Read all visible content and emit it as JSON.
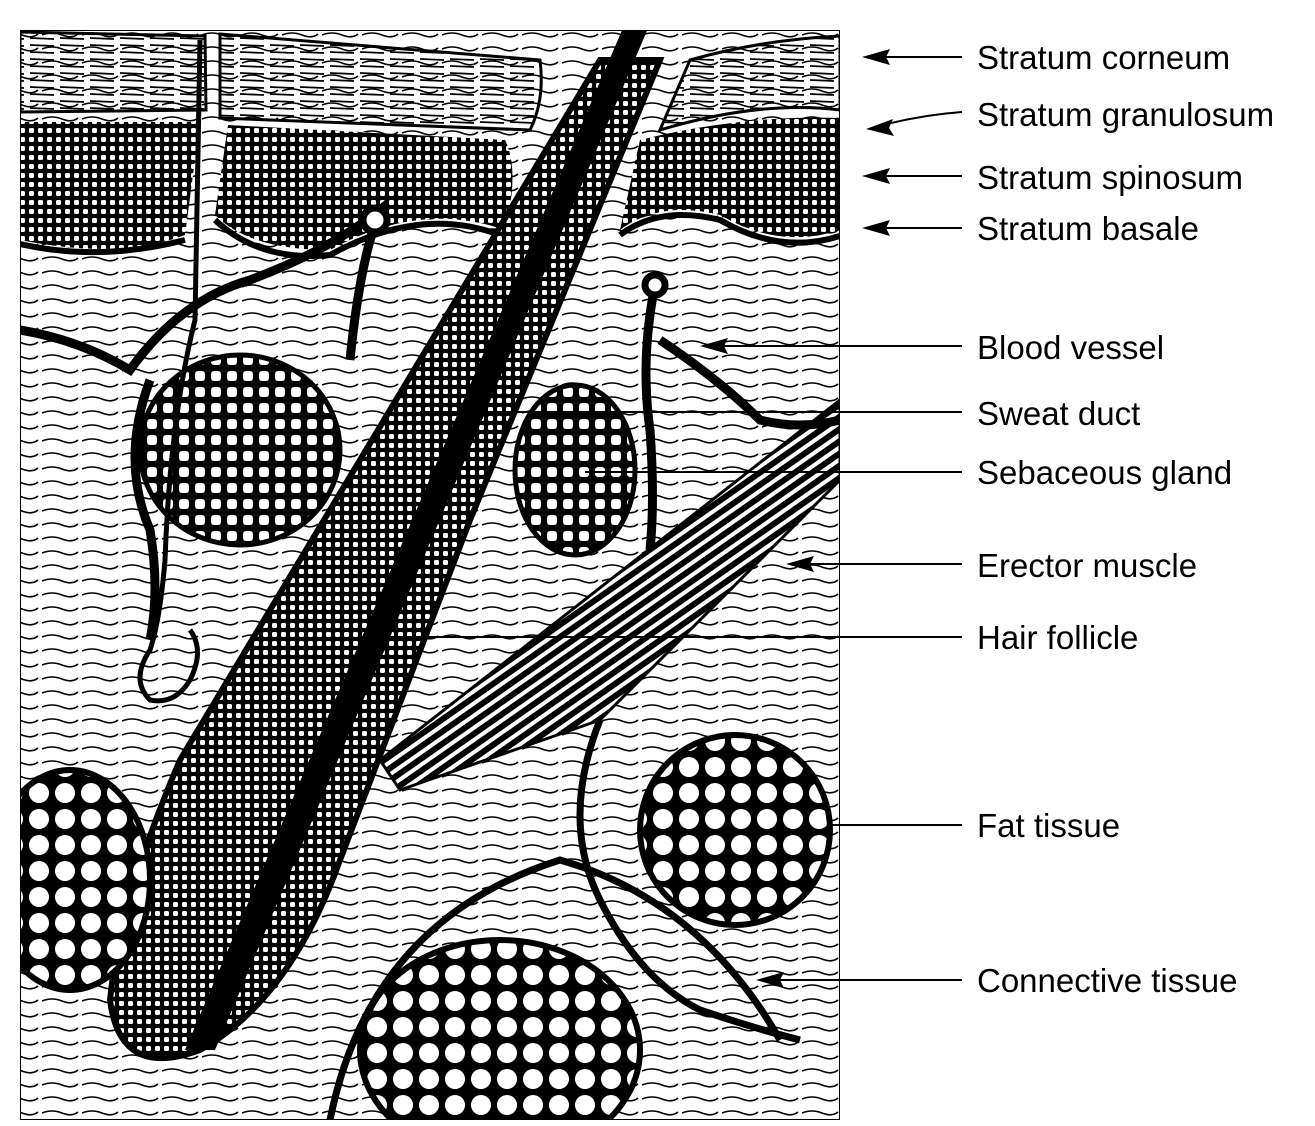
{
  "labels": {
    "stratum_corneum": "Stratum corneum",
    "stratum_granulosum": "Stratum granulosum",
    "stratum_spinosum": "Stratum spinosum",
    "stratum_basale": "Stratum basale",
    "blood_vessel": "Blood vessel",
    "sweat_duct": "Sweat duct",
    "sebaceous_gland": "Sebaceous gland",
    "erector_muscle": "Erector muscle",
    "hair_follicle": "Hair follicle",
    "fat_tissue": "Fat tissue",
    "connective_tissue": "Connective tissue"
  },
  "colors": {
    "ink": "#000000",
    "paper": "#ffffff"
  }
}
